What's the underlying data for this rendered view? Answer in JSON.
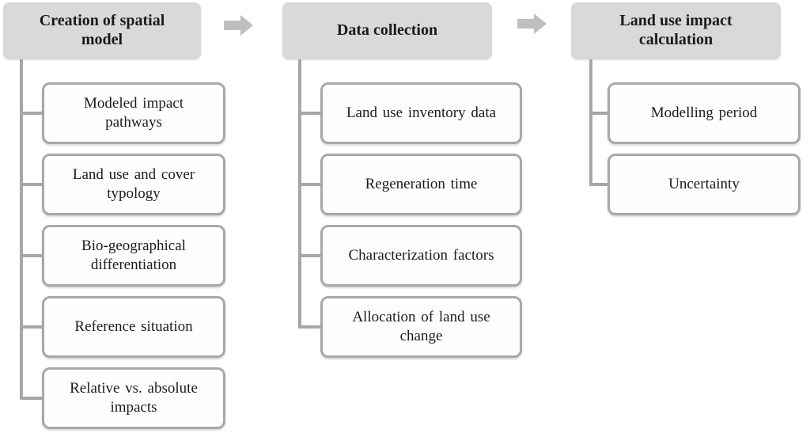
{
  "diagram": {
    "type": "process-hierarchy",
    "columns": [
      {
        "title": "Creation of spatial model",
        "items": [
          "Modeled impact pathways",
          "Land use and cover typology",
          "Bio-geographical differentiation",
          "Reference situation",
          "Relative vs. absolute impacts"
        ]
      },
      {
        "title": "Data collection",
        "items": [
          "Land use inventory data",
          "Regeneration time",
          "Characterization factors",
          "Allocation of land use change"
        ]
      },
      {
        "title": "Land use impact calculation",
        "items": [
          "Modelling period",
          "Uncertainty"
        ]
      }
    ],
    "arrows": [
      {
        "icon": "right-arrow",
        "from": "Creation of spatial model",
        "to": "Data collection"
      },
      {
        "icon": "right-arrow",
        "from": "Data collection",
        "to": "Land use impact calculation"
      }
    ]
  },
  "theme": {
    "header-fill": "#d9d9d9",
    "header-text": "#1a1a1a",
    "box-fill": "#fefefe",
    "box-border": "#a8a8a8",
    "box-text": "#1c1c1c",
    "connector": "#a6a6a6",
    "arrow-fill": "#bfbfbf",
    "background": "#ffffff"
  }
}
